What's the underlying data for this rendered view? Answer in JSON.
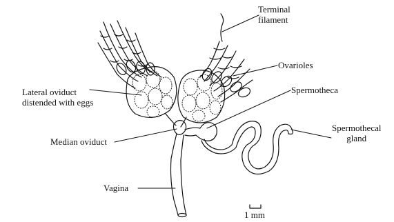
{
  "labels": {
    "terminal_filament": [
      "Terminal",
      "filament"
    ],
    "ovarioles": "Ovarioles",
    "lateral_oviduct": [
      "Lateral oviduct",
      "distended with eggs"
    ],
    "spermotheca": "Spermotheca",
    "median_oviduct": "Median oviduct",
    "spermothecal_gland": [
      "Spermothecal",
      "gland"
    ],
    "vagina": "Vagina",
    "scale": "1 mm"
  }
}
